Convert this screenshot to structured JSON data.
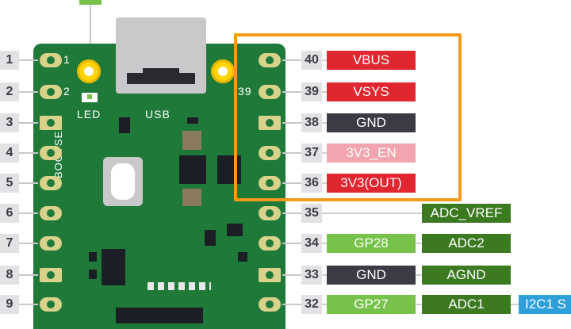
{
  "board": {
    "led_label": "LED",
    "usb_label": "USB",
    "bootsel_label": "BOOTSEL",
    "pad1_label": "1",
    "pad2_label": "2",
    "pad39_label": "39"
  },
  "left_pins": [
    "1",
    "2",
    "3",
    "4",
    "5",
    "6",
    "7",
    "8",
    "9"
  ],
  "right_pins": [
    {
      "num": "40",
      "label": "VBUS"
    },
    {
      "num": "39",
      "label": "VSYS"
    },
    {
      "num": "38",
      "label": "GND"
    },
    {
      "num": "37",
      "label": "3V3_EN"
    },
    {
      "num": "36",
      "label": "3V3(OUT)"
    },
    {
      "num": "35",
      "label": "ADC_VREF"
    },
    {
      "num": "34",
      "gp": "GP28",
      "fn": "ADC2"
    },
    {
      "num": "33",
      "gp": "GND",
      "fn": "AGND"
    },
    {
      "num": "32",
      "gp": "GP27",
      "fn": "ADC1",
      "extra": "I2C1 S"
    }
  ],
  "colors": {
    "power_red": "#e0262f",
    "power_pink": "#f2a5ad",
    "gnd_dark": "#3b3b45",
    "gpio_light_green": "#76c24a",
    "adc_dark_green": "#3c7a22",
    "i2c_blue": "#2e9fd8",
    "highlight_orange": "#f39a1e",
    "board_green": "#1f7a3a"
  }
}
